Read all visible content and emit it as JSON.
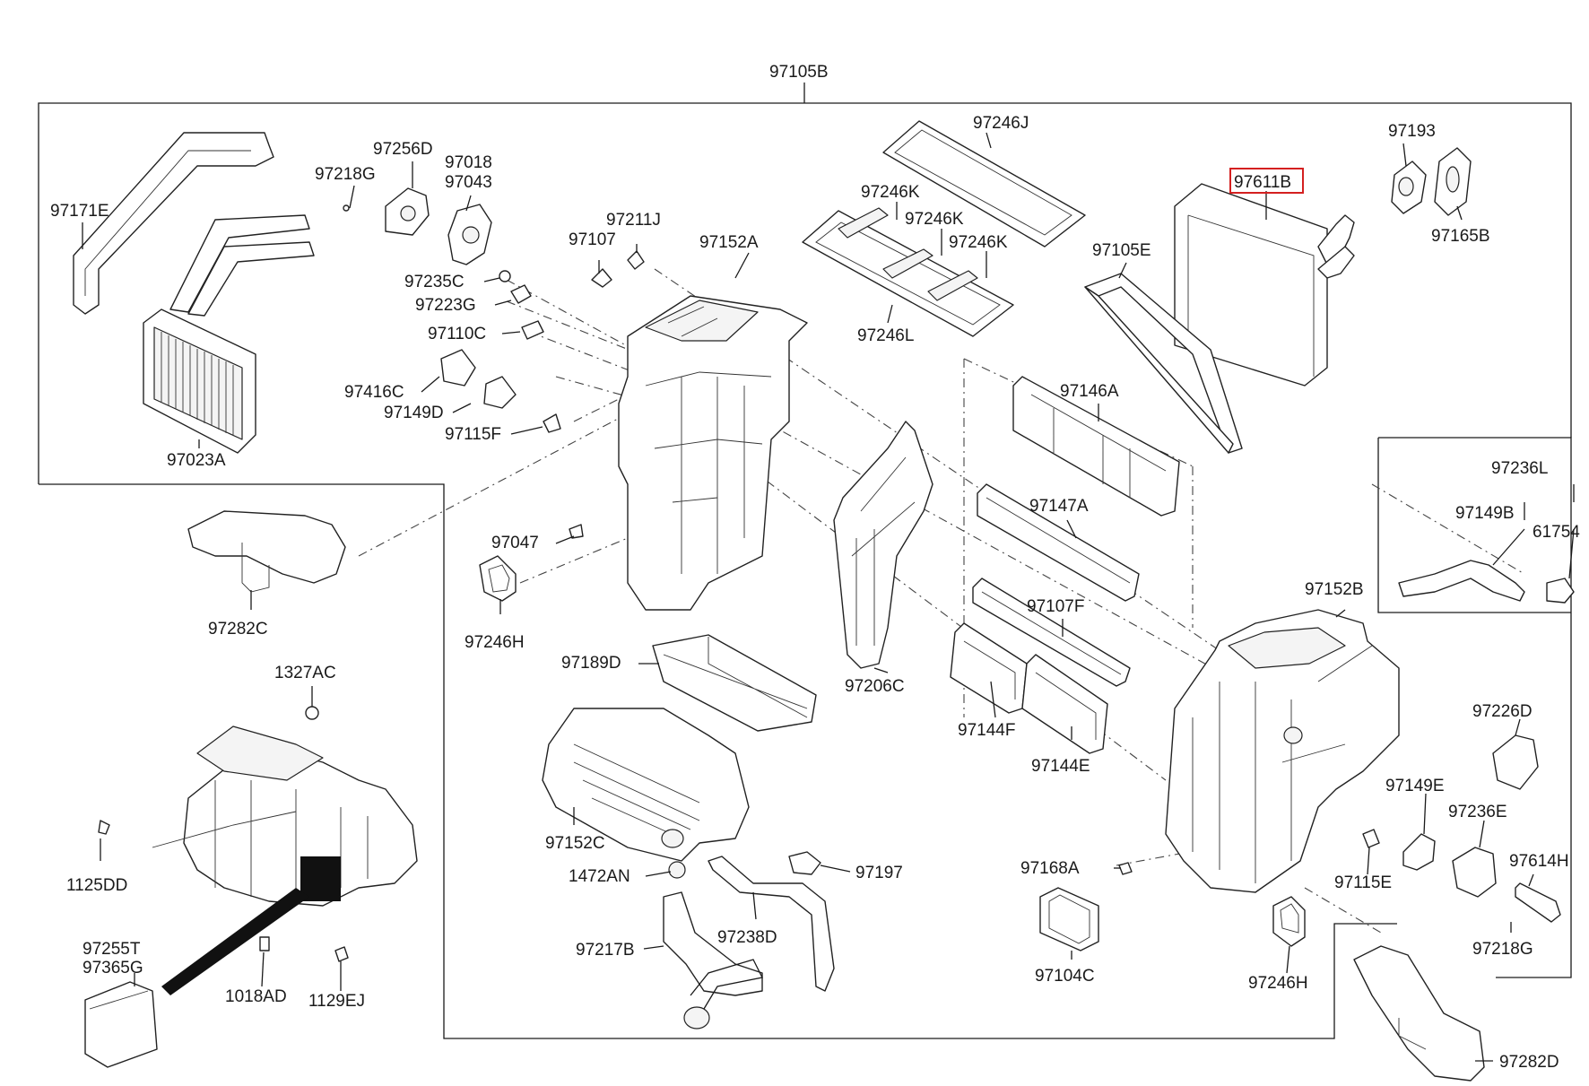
{
  "diagram": {
    "highlight_color": "#d42020",
    "labels": {
      "l97105B": "97105B",
      "l97171E": "97171E",
      "l97218G_top": "97218G",
      "l97256D": "97256D",
      "l97018": "97018",
      "l97043": "97043",
      "l97235C": "97235C",
      "l97223G": "97223G",
      "l97110C": "97110C",
      "l97416C": "97416C",
      "l97149D": "97149D",
      "l97115F": "97115F",
      "l97023A": "97023A",
      "l97107": "97107",
      "l97211J": "97211J",
      "l97152A": "97152A",
      "l97246J": "97246J",
      "l97246K_1": "97246K",
      "l97246K_2": "97246K",
      "l97246K_3": "97246K",
      "l97246L": "97246L",
      "l97611B": "97611B",
      "l97193": "97193",
      "l97165B": "97165B",
      "l97105E": "97105E",
      "l97146A": "97146A",
      "l97147A": "97147A",
      "l97107F": "97107F",
      "l97144F": "97144F",
      "l97144E": "97144E",
      "l97236L": "97236L",
      "l97149B": "97149B",
      "l61754": "61754",
      "l97152B": "97152B",
      "l97047": "97047",
      "l97282C": "97282C",
      "l97246H_left": "97246H",
      "l97189D": "97189D",
      "l97206C": "97206C",
      "l1327AC": "1327AC",
      "l1125DD": "1125DD",
      "l97255T": "97255T",
      "l97365G": "97365G",
      "l1018AD": "1018AD",
      "l1129EJ": "1129EJ",
      "l97152C": "97152C",
      "l1472AN": "1472AN",
      "l97197": "97197",
      "l97217B": "97217B",
      "l97238D": "97238D",
      "l97226D": "97226D",
      "l97149E": "97149E",
      "l97236E": "97236E",
      "l97614H": "97614H",
      "l97115E": "97115E",
      "l97168A": "97168A",
      "l97104C": "97104C",
      "l97246H_right": "97246H",
      "l97218G_bottom": "97218G",
      "l97282D": "97282D"
    }
  }
}
